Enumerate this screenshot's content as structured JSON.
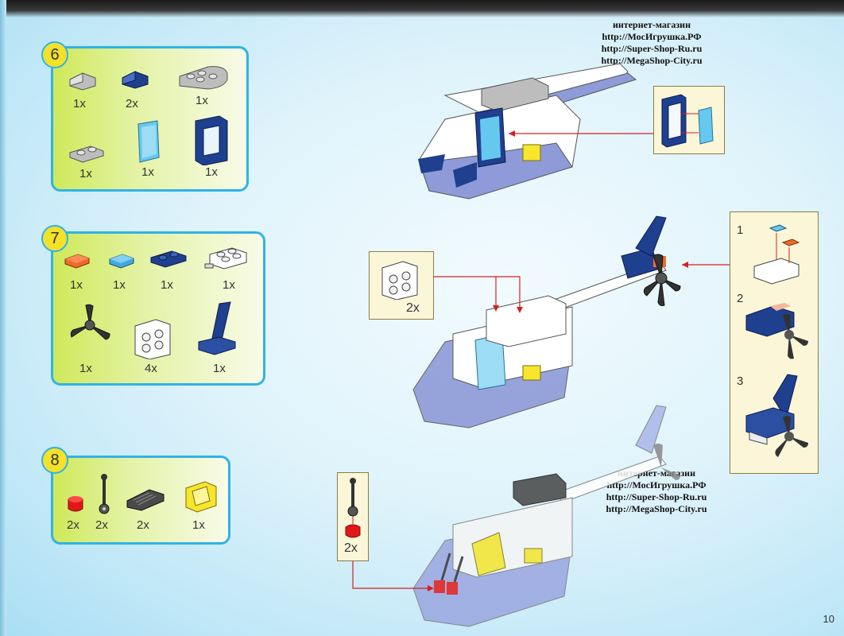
{
  "page_number": "10",
  "colors": {
    "panel_border": "#2fb3e6",
    "step_badge": "#f4e12a",
    "brick_blue": "#1f3f8f",
    "brick_light_blue": "#66c8ef",
    "brick_orange": "#f06a2a",
    "brick_gray": "#c9c9c9",
    "brick_dark": "#444444",
    "brick_yellow": "#f7e62c",
    "brick_red": "#e01818",
    "arrow": "#d62020"
  },
  "watermarks": [
    {
      "lines": [
        "интернет-магазин",
        "http://МосИгрушка.РФ",
        "http://Super-Shop-Ru.ru",
        "http://MegaShop-City.ru"
      ]
    },
    {
      "lines": [
        "интернет-магазин",
        "http://МосИгрушка.РФ",
        "http://Super-Shop-Ru.ru",
        "http://MegaShop-City.ru"
      ]
    }
  ],
  "steps": [
    {
      "number": "6",
      "parts": [
        {
          "icon": "gray-slope-brick-icon",
          "qty": "1x"
        },
        {
          "icon": "blue-slope-brick-icon",
          "qty": "2x"
        },
        {
          "icon": "gray-round-plate-icon",
          "qty": "1x"
        },
        {
          "icon": "gray-plate-1x2-icon",
          "qty": "1x"
        },
        {
          "icon": "light-blue-window-glass-icon",
          "qty": "1x"
        },
        {
          "icon": "blue-window-frame-icon",
          "qty": "1x"
        }
      ]
    },
    {
      "number": "7",
      "parts": [
        {
          "icon": "orange-tile-icon",
          "qty": "1x"
        },
        {
          "icon": "light-blue-tile-icon",
          "qty": "1x"
        },
        {
          "icon": "blue-plate-1x2-icon",
          "qty": "1x"
        },
        {
          "icon": "white-plate-with-pin-icon",
          "qty": "1x"
        },
        {
          "icon": "black-propeller-icon",
          "qty": "1x"
        },
        {
          "icon": "white-bracket-brick-icon",
          "qty": "4x"
        },
        {
          "icon": "blue-tail-fin-icon",
          "qty": "1x"
        }
      ]
    },
    {
      "number": "8",
      "parts": [
        {
          "icon": "red-round-stud-icon",
          "qty": "2x"
        },
        {
          "icon": "black-lever-icon",
          "qty": "2x"
        },
        {
          "icon": "dark-gray-grille-slope-icon",
          "qty": "2x"
        },
        {
          "icon": "yellow-seat-icon",
          "qty": "1x"
        }
      ]
    }
  ],
  "callouts": {
    "bracket": {
      "qty": "2x"
    },
    "lever_stud": {
      "qty": "2x"
    },
    "tail_sequence": [
      "1",
      "2",
      "3"
    ]
  }
}
